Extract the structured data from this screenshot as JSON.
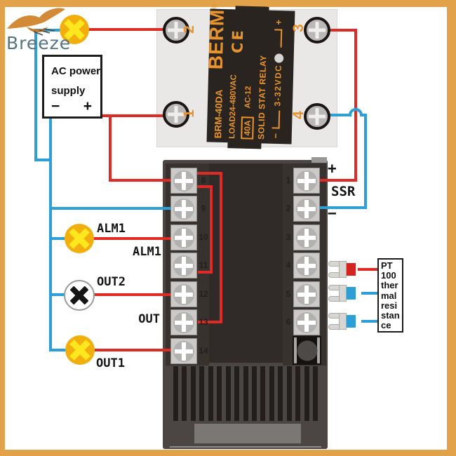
{
  "watermark": {
    "brand": "Breeze"
  },
  "colors": {
    "frame_orange": "#e2a24a",
    "wire_red": "#dd2b26",
    "wire_blue": "#2e9fd6",
    "lamp_yellow": "#f2ae0d",
    "ssr_text_orange": "#e8932e"
  },
  "ac_supply": {
    "title_line1": "AC power",
    "title_line2": "supply",
    "minus": "−",
    "plus": "+"
  },
  "ssr": {
    "brand": "BERM",
    "registered": "®",
    "ce_mark": "CE",
    "model": "BRM-40DA",
    "load_rating": "LOAD24-480VAC",
    "current_rating": "40A",
    "class_rating": "AC-12",
    "product_name": "SOLID STAT RELAY",
    "control_voltage": "3-32VDC",
    "input_plus": "+",
    "input_minus": "−",
    "terminals": [
      "1",
      "2",
      "3",
      "4"
    ]
  },
  "controller": {
    "left_numbers": [
      "8",
      "9",
      "10",
      "11",
      "12",
      "13",
      "14"
    ],
    "right_numbers": [
      "1",
      "2",
      "3",
      "4",
      "5",
      "6"
    ],
    "alm1_terminal_label": "ALM1",
    "out_terminal_label": "OUT"
  },
  "lamps": {
    "alm1_label": "ALM1",
    "out2_label": "OUT2",
    "out1_label": "OUT1"
  },
  "ssr_link": {
    "plus": "+",
    "name": "SSR",
    "minus": "−"
  },
  "sensor": {
    "line1": "PT",
    "line2": "100",
    "line3": "ther",
    "line4": "mal",
    "line5": "resi",
    "line6": "stan",
    "line7": "ce"
  }
}
